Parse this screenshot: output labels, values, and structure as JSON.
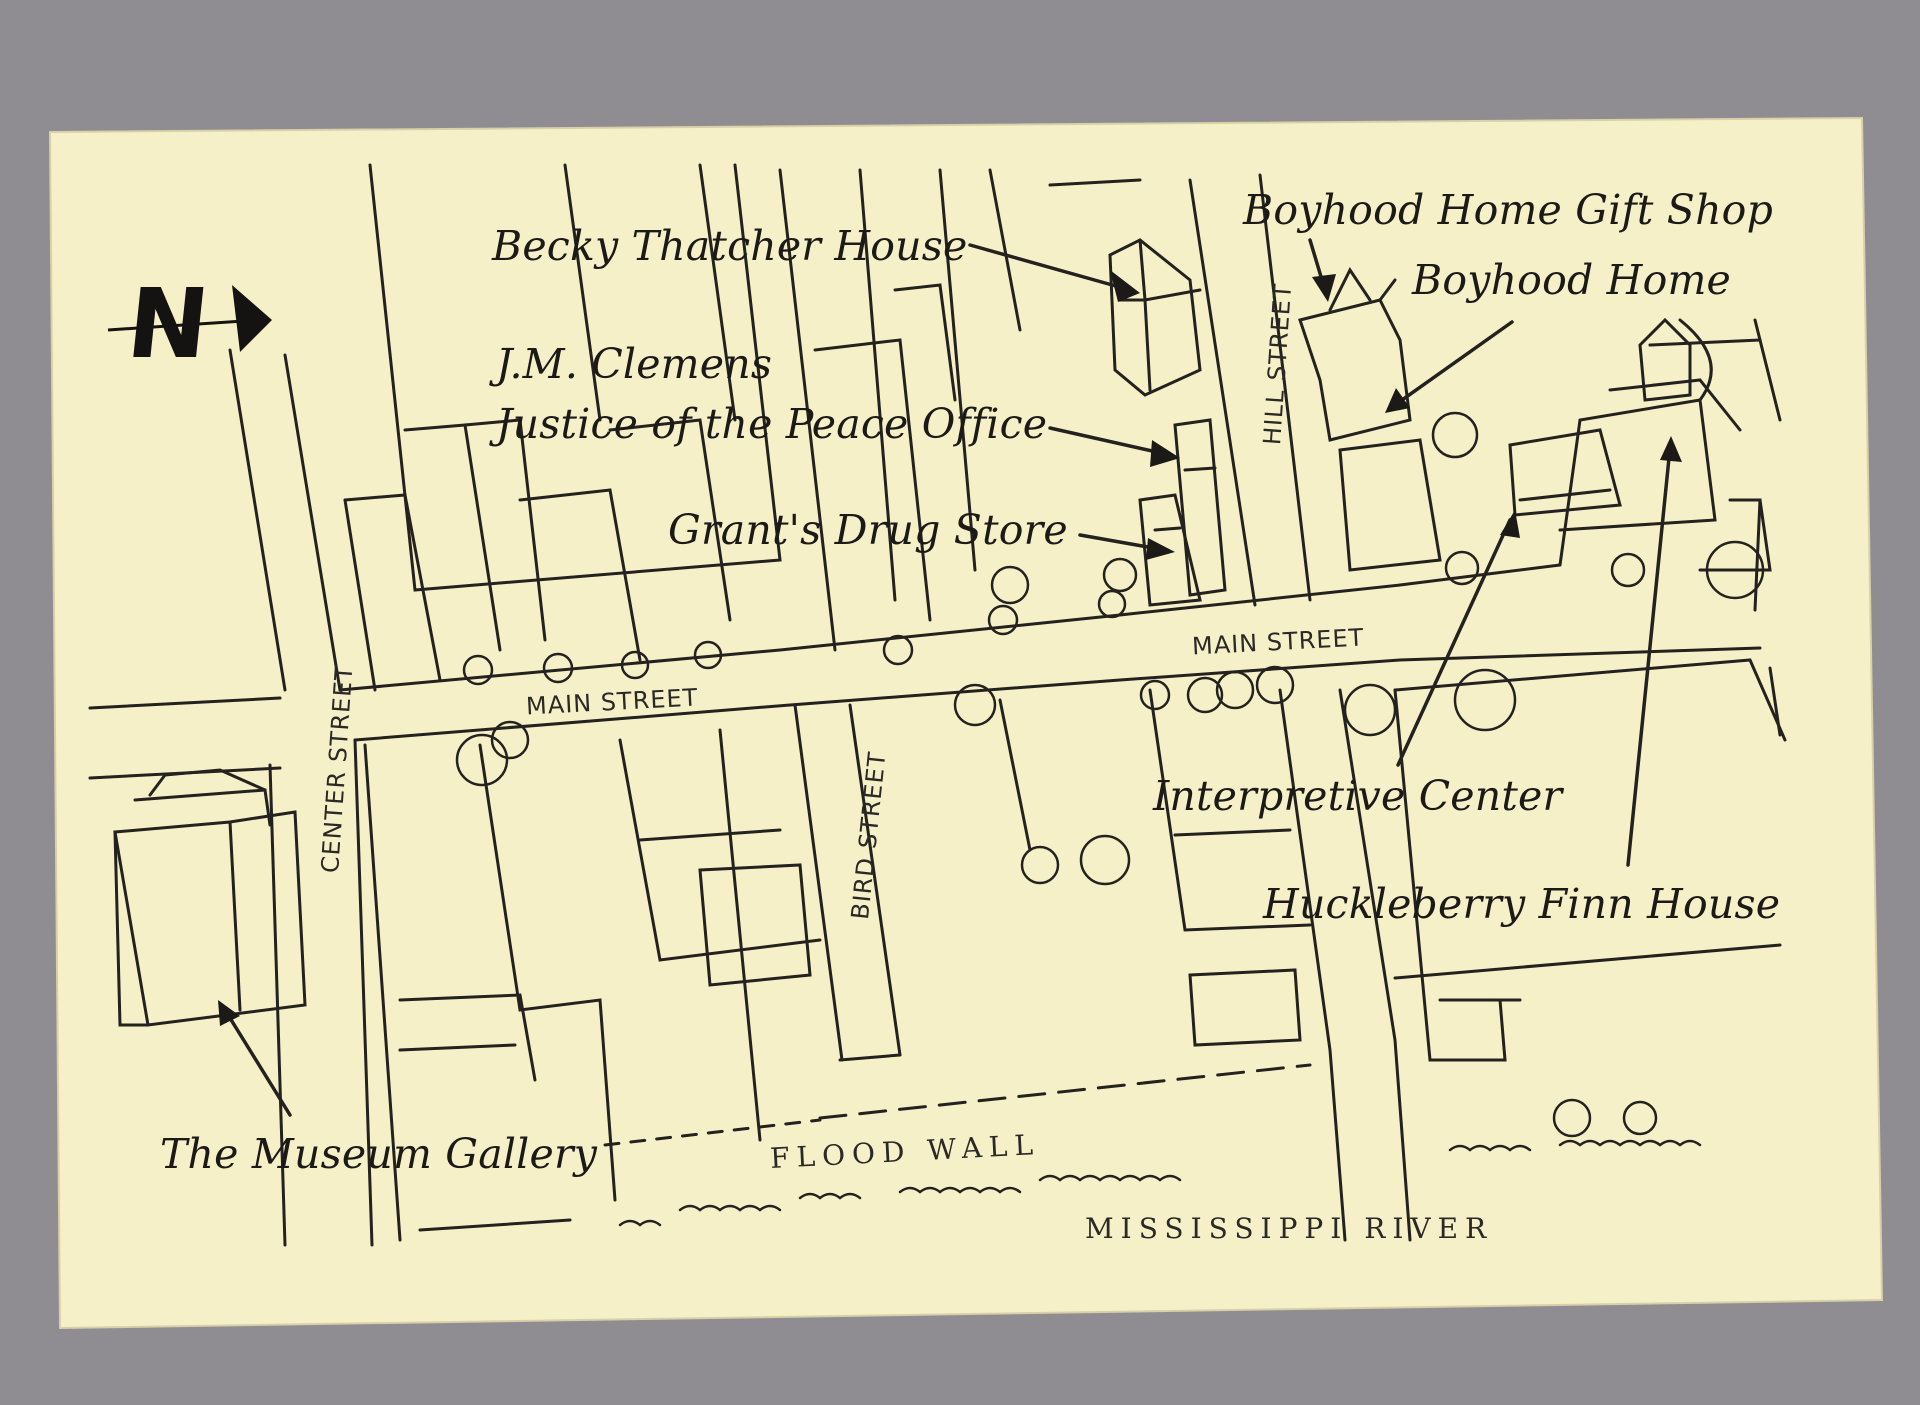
{
  "map": {
    "compass": {
      "letter": "N",
      "icon": "north-arrow-icon"
    },
    "landmarks": [
      {
        "id": "becky-thatcher-house",
        "label": "Becky Thatcher House"
      },
      {
        "id": "boyhood-home-gift-shop",
        "label": "Boyhood Home Gift Shop"
      },
      {
        "id": "boyhood-home",
        "label": "Boyhood Home"
      },
      {
        "id": "jm-clemens-office",
        "label_line1": "J.M. Clemens",
        "label_line2": "Justice of the Peace Office"
      },
      {
        "id": "grants-drug-store",
        "label": "Grant's Drug Store"
      },
      {
        "id": "interpretive-center",
        "label": "Interpretive Center"
      },
      {
        "id": "huckleberry-finn-house",
        "label": "Huckleberry Finn House"
      },
      {
        "id": "museum-gallery",
        "label": "The Museum Gallery"
      }
    ],
    "streets": {
      "main_street_west": "MAIN STREET",
      "main_street_east": "MAIN STREET",
      "center_street": "CENTER STREET",
      "bird_street": "BIRD STREET",
      "hill_street": "HILL STREET"
    },
    "flood_wall": "FLOOD WALL",
    "river": "MISSISSIPPI RIVER",
    "colors": {
      "background": "#8f8d92",
      "card": "#f6f0c9",
      "ink": "#1b1a17"
    }
  }
}
